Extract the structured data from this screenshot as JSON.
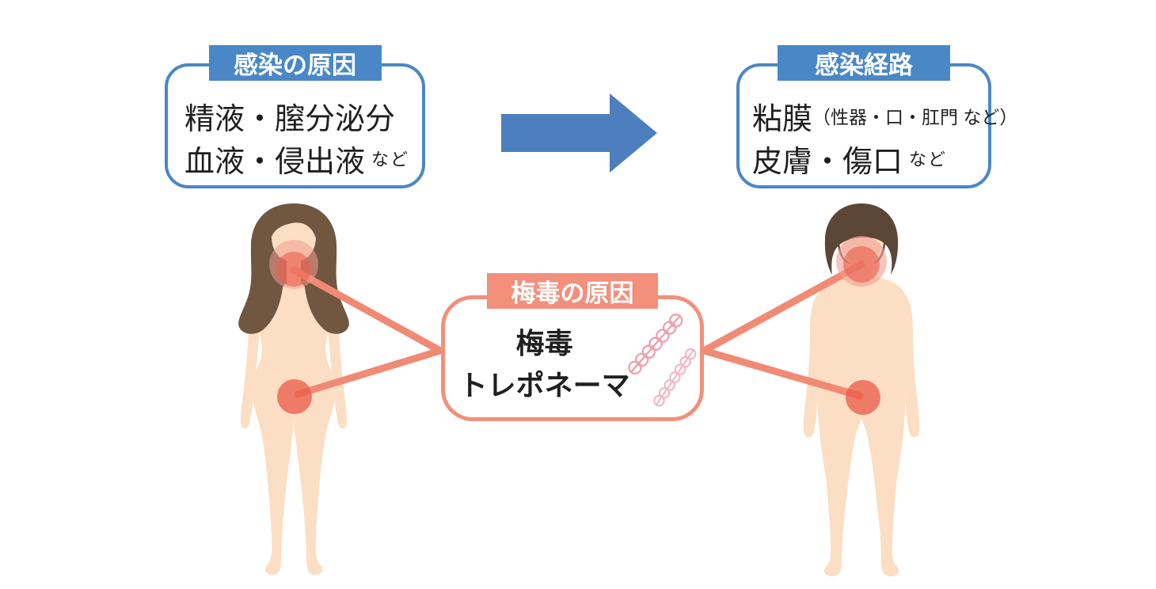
{
  "title": "梅毒の感染原因と感染経路の図",
  "colors": {
    "blue": "#4a87c6",
    "arrow_blue": "#4d7fbe",
    "salmon": "#f2907c",
    "line_salmon": "#f18a74",
    "spot_red": "#ea5f4d",
    "halo_pink": "#f29d92",
    "spiral_pink": "#ed9faf",
    "spiral_pink_light": "#f3b4c1",
    "skin": "#fbdec3",
    "woman_hair": "#715640",
    "man_hair": "#5c4636",
    "text": "#1f1f1f"
  },
  "boxes": {
    "cause": {
      "header": "感染の原因",
      "line1": "精液・膣分泌分",
      "line2_main": "血液・侵出液",
      "line2_note": "など"
    },
    "route": {
      "header": "感染経路",
      "line1_main": "粘膜",
      "line1_detail": "（性器・口・肛門 など）",
      "line2_main": "皮膚・傷口",
      "line2_note": "など"
    },
    "pathogen": {
      "header": "梅毒の原因",
      "line1": "梅毒",
      "line2": "トレポネーマ"
    }
  },
  "icons": {
    "flow_arrow": "right-arrow",
    "left_figure": "woman-silhouette",
    "right_figure": "man-silhouette",
    "pathogen_illustration": "treponema-spirals",
    "infection_spots": "red-highlight-circles"
  }
}
